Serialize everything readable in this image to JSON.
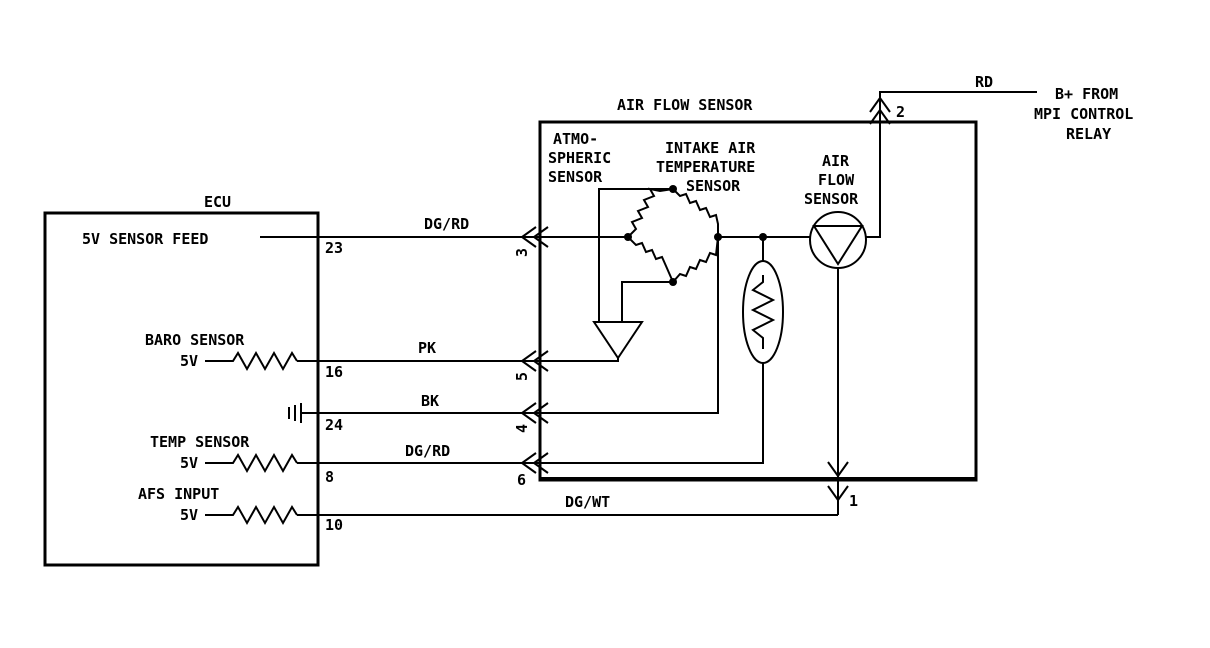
{
  "ecu": {
    "title": "ECU",
    "signals": {
      "sensor_feed": "5V SENSOR FEED",
      "baro": "BARO SENSOR",
      "temp": "TEMP SENSOR",
      "afs": "AFS INPUT",
      "five_v_1": "5V",
      "five_v_2": "5V",
      "five_v_3": "5V"
    },
    "pins": {
      "p23": "23",
      "p16": "16",
      "p24": "24",
      "p8": "8",
      "p10": "10"
    }
  },
  "wires": {
    "w1": "DG/RD",
    "w2": "PK",
    "w3": "BK",
    "w4": "DG/RD",
    "w5": "DG/WT",
    "w6": "RD"
  },
  "afs_block": {
    "title": "AIR FLOW SENSOR",
    "pins": {
      "p1": "1",
      "p2": "2",
      "p3": "3",
      "p4": "4",
      "p5": "5",
      "p6": "6"
    },
    "atmo": [
      "ATMO-",
      "SPHERIC",
      "SENSOR"
    ],
    "intake": [
      "INTAKE AIR",
      "TEMPERATURE",
      "SENSOR"
    ],
    "airflow": [
      "AIR",
      "FLOW",
      "SENSOR"
    ]
  },
  "supply": [
    "B+ FROM",
    "MPI CONTROL",
    "RELAY"
  ]
}
